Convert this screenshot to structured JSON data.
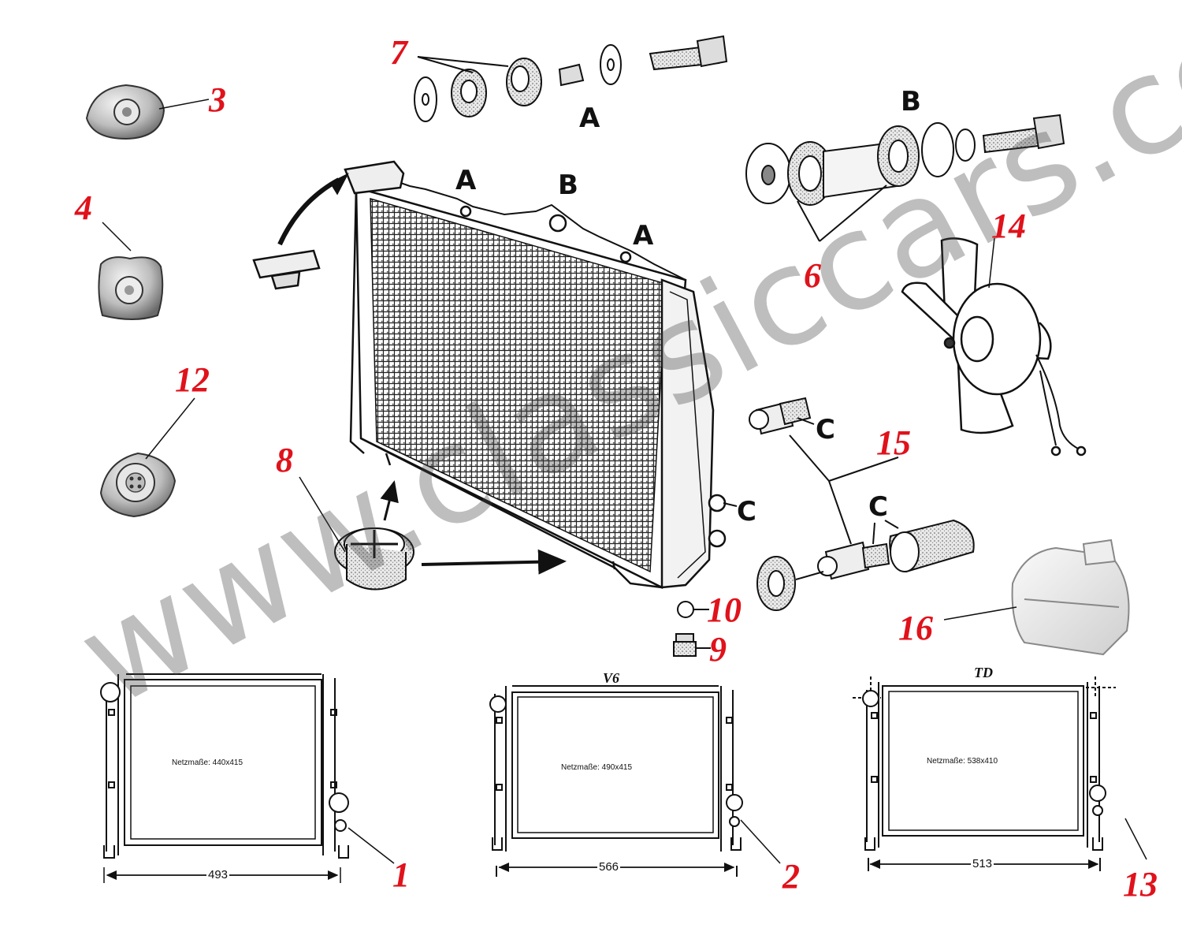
{
  "watermark": "www.classiccars.co.at",
  "part_numbers": [
    "1",
    "2",
    "3",
    "4",
    "6",
    "7",
    "8",
    "9",
    "10",
    "12",
    "13",
    "14",
    "15",
    "16"
  ],
  "letters": {
    "a": "A",
    "b": "B",
    "c": "C"
  },
  "radiators": [
    {
      "version": "",
      "netz": "Netzmaße: 440x415",
      "width": "493",
      "callout": "1"
    },
    {
      "version": "V6",
      "netz": "Netzmaße: 490x415",
      "width": "566",
      "callout": "2"
    },
    {
      "version": "TD",
      "netz": "Netzmaße: 538x410",
      "width": "513",
      "callout": "13"
    }
  ],
  "colors": {
    "callout": "#e0121b",
    "line": "#111111",
    "watermark": "#555555"
  }
}
